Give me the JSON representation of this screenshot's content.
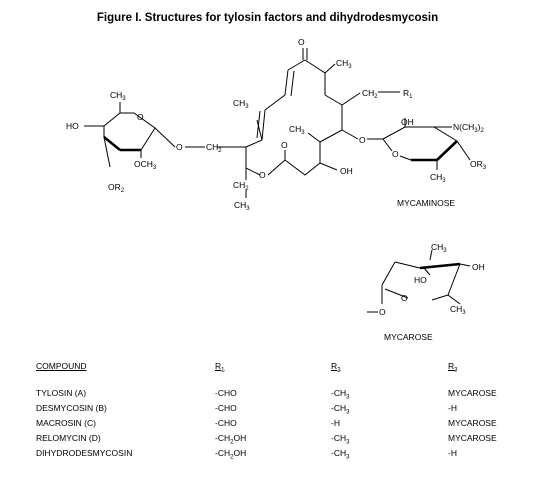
{
  "title": "Figure I.  Structures for tylosin factors and dihydrodesmycosin",
  "labels": {
    "mycaminose": "MYCAMINOSE",
    "mycarose": "MYCAROSE"
  },
  "table": {
    "header": [
      "COMPOUND",
      "R",
      "R",
      "R"
    ],
    "header_subs": [
      "",
      "1",
      "2",
      "3"
    ],
    "rows": [
      [
        "TYLOSIN (A)",
        "-CHO",
        "-CH3",
        "MYCAROSE"
      ],
      [
        "DESMYCOSIN (B)",
        "-CHO",
        "-CH3",
        "-H"
      ],
      [
        "MACROSIN (C)",
        "-CHO",
        "-H",
        "MYCAROSE"
      ],
      [
        "RELOMYCIN (D)",
        "-CH2OH",
        "-CH3",
        "MYCAROSE"
      ],
      [
        "DIHYDRODESMYCOSIN",
        "-CH2OH",
        "-CH3",
        "-H"
      ]
    ]
  }
}
